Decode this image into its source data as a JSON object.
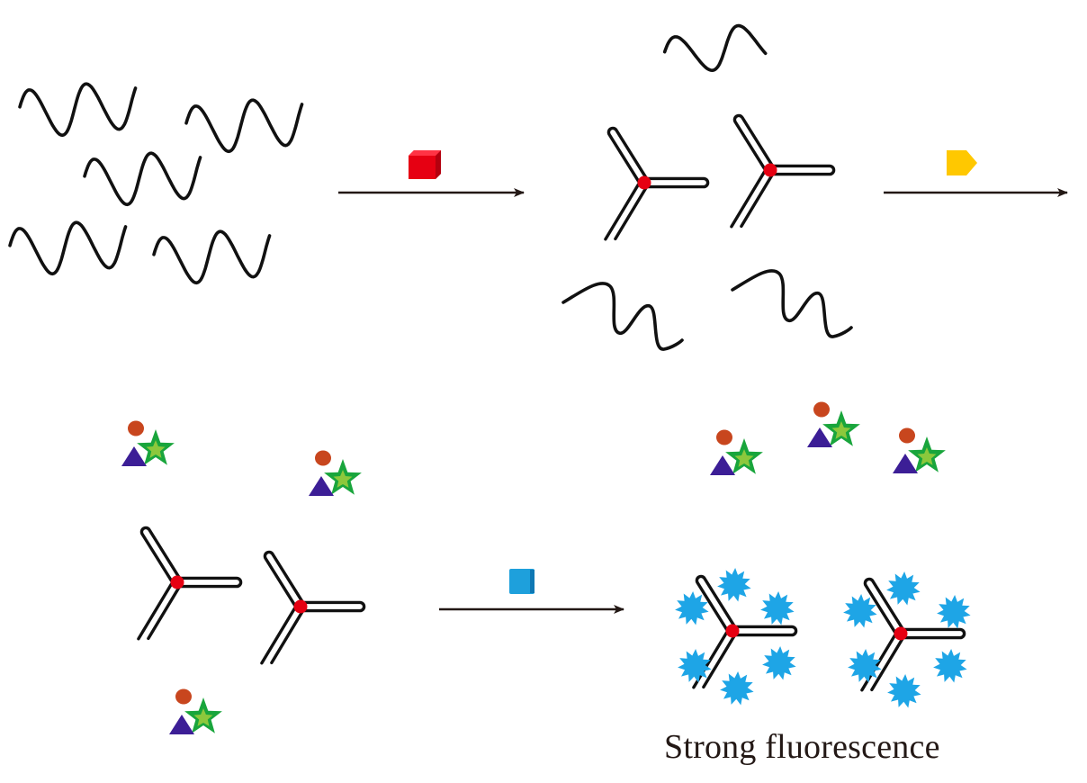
{
  "figure": {
    "caption": "Strong fluorescence",
    "colors": {
      "strand": "#111111",
      "junction_core": "#e60012",
      "reagent_1": "#e60012",
      "reagent_2": "#ffc800",
      "reagent_3": "#1ea0dc",
      "dye_circle": "#c8461e",
      "dye_star_outer": "#19a53c",
      "dye_star_inner": "#8cc83c",
      "dye_triangle": "#3c1e96",
      "fluorescence_burst": "#1ea5e6",
      "arrow": "#231815"
    },
    "steps": [
      {
        "id": "step-1",
        "reagent_icon": "red-cube-icon",
        "from": "single-strands",
        "to": "three-way-junctions-with-byproducts"
      },
      {
        "id": "step-2",
        "reagent_icon": "yellow-pentagon-tag-icon",
        "from": "three-way-junctions-with-byproducts",
        "to": "junctions-with-dyes"
      },
      {
        "id": "step-3",
        "reagent_icon": "blue-square-icon",
        "from": "junctions-with-dyes",
        "to": "fluorescent-junctions"
      }
    ],
    "elements": {
      "single_strand_count": 5,
      "junctions_per_panel": 2,
      "released_strand_count": 3,
      "free_dye_groups_panel_3": 3,
      "free_dye_groups_panel_4": 3,
      "bursts_per_junction": 6
    }
  }
}
